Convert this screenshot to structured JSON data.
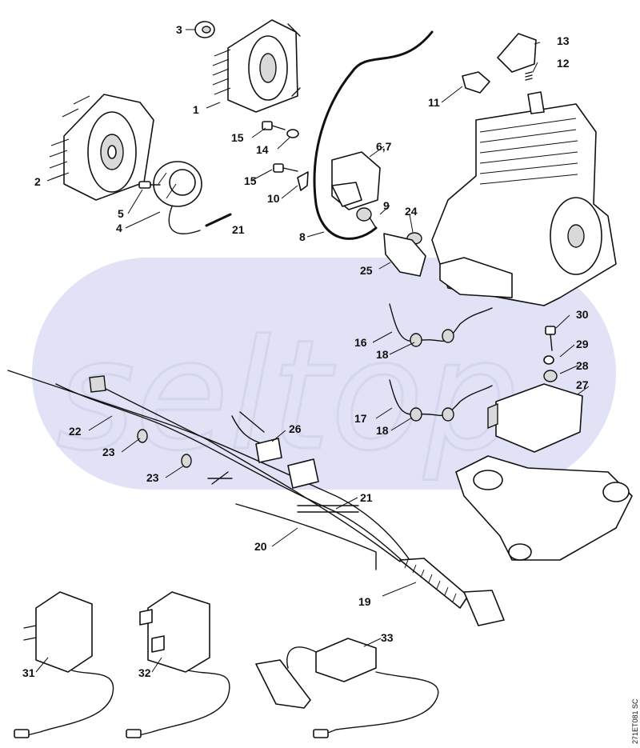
{
  "watermark": {
    "text": "seltop",
    "color": "#5b5fc7"
  },
  "drawing_ref": "271ET081 SC",
  "callouts": [
    {
      "id": "c1",
      "text": "1"
    },
    {
      "id": "c2",
      "text": "2"
    },
    {
      "id": "c3",
      "text": "3"
    },
    {
      "id": "c4",
      "text": "4"
    },
    {
      "id": "c5",
      "text": "5"
    },
    {
      "id": "c67",
      "text": "6,7"
    },
    {
      "id": "c8",
      "text": "8"
    },
    {
      "id": "c9",
      "text": "9"
    },
    {
      "id": "c10",
      "text": "10"
    },
    {
      "id": "c11",
      "text": "11"
    },
    {
      "id": "c12",
      "text": "12"
    },
    {
      "id": "c13",
      "text": "13"
    },
    {
      "id": "c14",
      "text": "14"
    },
    {
      "id": "c15a",
      "text": "15"
    },
    {
      "id": "c15b",
      "text": "15"
    },
    {
      "id": "c16",
      "text": "16"
    },
    {
      "id": "c17",
      "text": "17"
    },
    {
      "id": "c18a",
      "text": "18"
    },
    {
      "id": "c18b",
      "text": "18"
    },
    {
      "id": "c19",
      "text": "19"
    },
    {
      "id": "c20",
      "text": "20"
    },
    {
      "id": "c21a",
      "text": "21"
    },
    {
      "id": "c21b",
      "text": "21"
    },
    {
      "id": "c22",
      "text": "22"
    },
    {
      "id": "c23a",
      "text": "23"
    },
    {
      "id": "c23b",
      "text": "23"
    },
    {
      "id": "c24",
      "text": "24"
    },
    {
      "id": "c25",
      "text": "25"
    },
    {
      "id": "c26",
      "text": "26"
    },
    {
      "id": "c27",
      "text": "27"
    },
    {
      "id": "c28",
      "text": "28"
    },
    {
      "id": "c29",
      "text": "29"
    },
    {
      "id": "c30",
      "text": "30"
    },
    {
      "id": "c31",
      "text": "31"
    },
    {
      "id": "c32",
      "text": "32"
    },
    {
      "id": "c33",
      "text": "33"
    }
  ]
}
